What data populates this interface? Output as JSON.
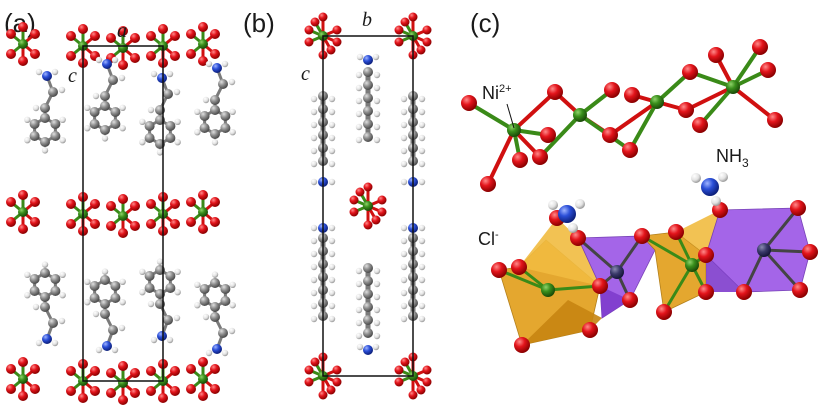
{
  "panels": [
    {
      "id": "a",
      "label": "(a)",
      "axis_top": "a",
      "axis_side": "c"
    },
    {
      "id": "b",
      "label": "(b)",
      "axis_top": "b",
      "axis_side": "c"
    },
    {
      "id": "c",
      "label": "(c)"
    }
  ],
  "labels": {
    "ni": {
      "base": "Ni",
      "sup": "2+"
    },
    "nh3": {
      "base": "NH",
      "sub": "3"
    },
    "cl": {
      "base": "Cl",
      "sup": "-"
    }
  },
  "colors": {
    "oxygen": "#e0141b",
    "nickel": "#2e7d14",
    "carbon": "#8c8c8c",
    "hydrogen": "#e6e6e6",
    "nitrogen": "#2b4fd8",
    "octa_ni": "#d89a1a",
    "octa_purple": "#9a4fe0",
    "bond_red": "#d01010",
    "bond_green": "#3a8a18",
    "cell_line": "#111111"
  }
}
